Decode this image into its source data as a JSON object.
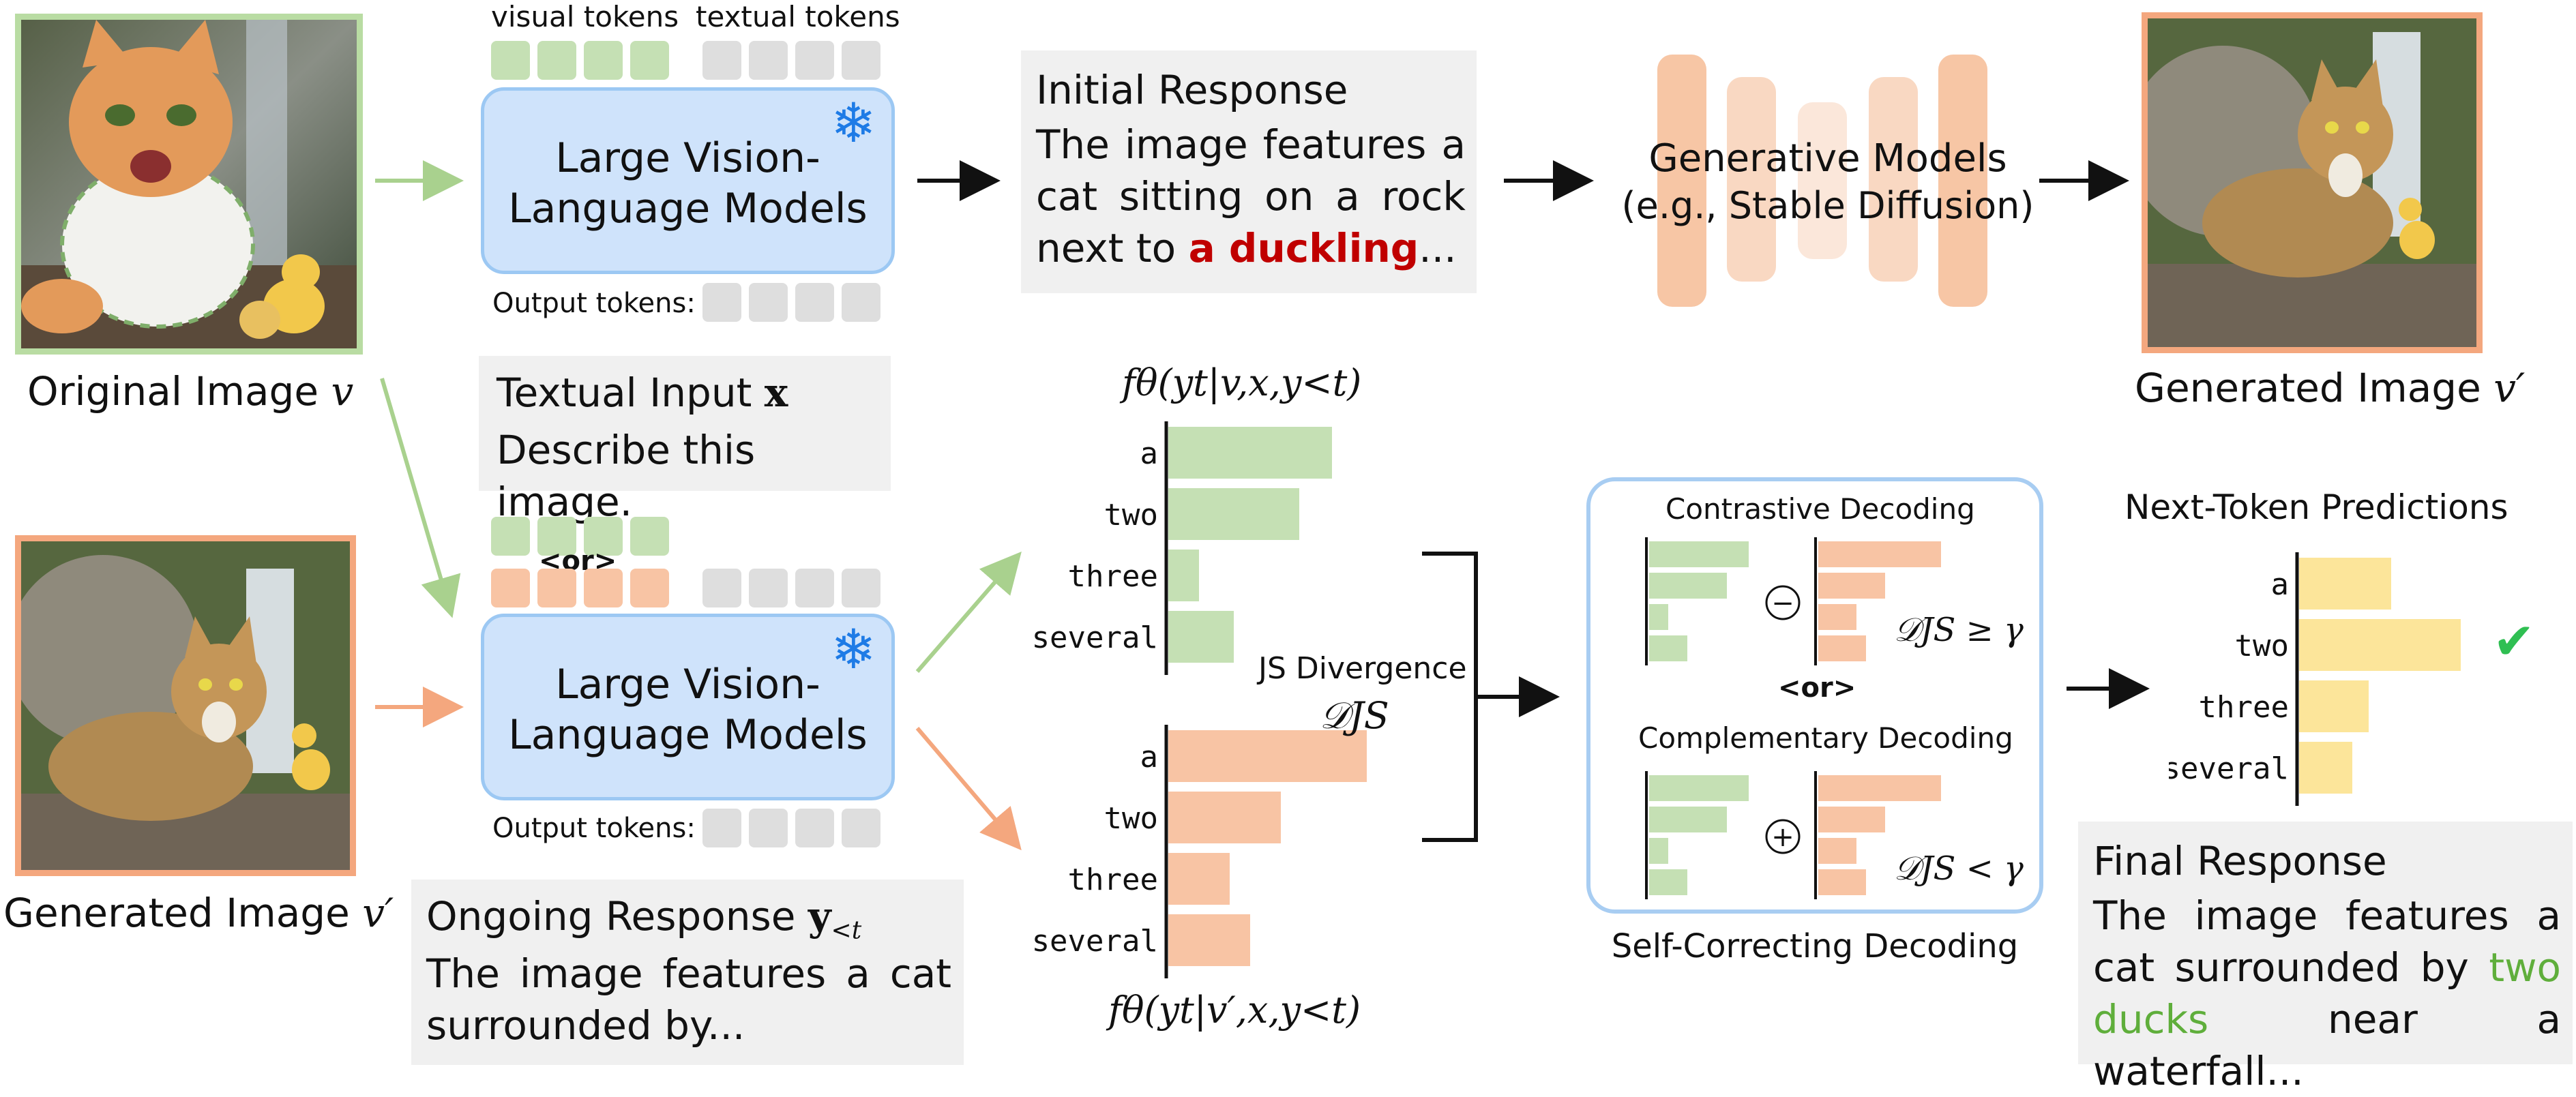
{
  "top_row": {
    "visual_tokens_label": "visual tokens",
    "textual_tokens_label": "textual tokens",
    "lvlm_line1": "Large Vision-",
    "lvlm_line2": "Language Models",
    "output_tokens_label": "Output tokens:",
    "initial_response_title": "Initial Response",
    "initial_response_text": "The image features a cat sitting on a rock next to",
    "initial_response_highlight": "a duckling",
    "initial_response_tail": "...",
    "generative_title": "Generative Models",
    "generative_sub": "(e.g., Stable Diffusion)"
  },
  "original_image_label": "Original Image",
  "original_image_symbol": "v",
  "generated_image_label": "Generated Image",
  "generated_image_symbol": "v′",
  "textual_input": {
    "title": "Textual Input",
    "symbol": "x",
    "text": "Describe this image."
  },
  "bottom_row": {
    "or_label": "<or>",
    "lvlm_line1": "Large Vision-",
    "lvlm_line2": "Language Models",
    "output_tokens_label": "Output tokens:",
    "ongoing_title": "Ongoing Response",
    "ongoing_symbol": "y",
    "ongoing_sub": "<t",
    "ongoing_text": "The image features a cat surrounded by..."
  },
  "distribution_top_label": "fθ(yt|v,x,y<t)",
  "distribution_bottom_label": "fθ(yt|v′,x,y<t)",
  "js_divergence_label": "JS Divergence",
  "js_symbol": "𝒟JS",
  "self_correcting": {
    "contrastive_title": "Contrastive Decoding",
    "contrastive_cond": "𝒟JS ≥ γ",
    "or_label": "<or>",
    "complementary_title": "Complementary Decoding",
    "complementary_cond": "𝒟JS < γ",
    "minus": "−",
    "plus": "+",
    "caption": "Self-Correcting Decoding"
  },
  "next_token_title": "Next-Token Predictions",
  "check_icon": "check-icon",
  "final_response": {
    "title": "Final Response",
    "text_before": "The image features a cat surrounded by",
    "highlight": "two ducks",
    "text_after": "near a waterfall..."
  },
  "colors": {
    "green": "#c5e0b4",
    "orange": "#f8c4a4",
    "yellow": "#fce59a",
    "blue_box": "#cfe3fb",
    "highlight_red": "#c00000",
    "highlight_green": "#5fae3b"
  },
  "chart_data": [
    {
      "type": "bar",
      "orientation": "horizontal",
      "categories": [
        "a",
        "two",
        "three",
        "several"
      ],
      "values": [
        0.8,
        0.64,
        0.15,
        0.32
      ],
      "color": "#c5e0b4"
    },
    {
      "type": "bar",
      "orientation": "horizontal",
      "categories": [
        "a",
        "two",
        "three",
        "several"
      ],
      "values": [
        0.97,
        0.55,
        0.3,
        0.4
      ],
      "color": "#f8c4a4"
    },
    {
      "type": "bar",
      "orientation": "horizontal",
      "categories": [
        "a",
        "two",
        "three",
        "several"
      ],
      "values": [
        0.45,
        0.79,
        0.34,
        0.26
      ],
      "color": "#fce59a"
    }
  ]
}
